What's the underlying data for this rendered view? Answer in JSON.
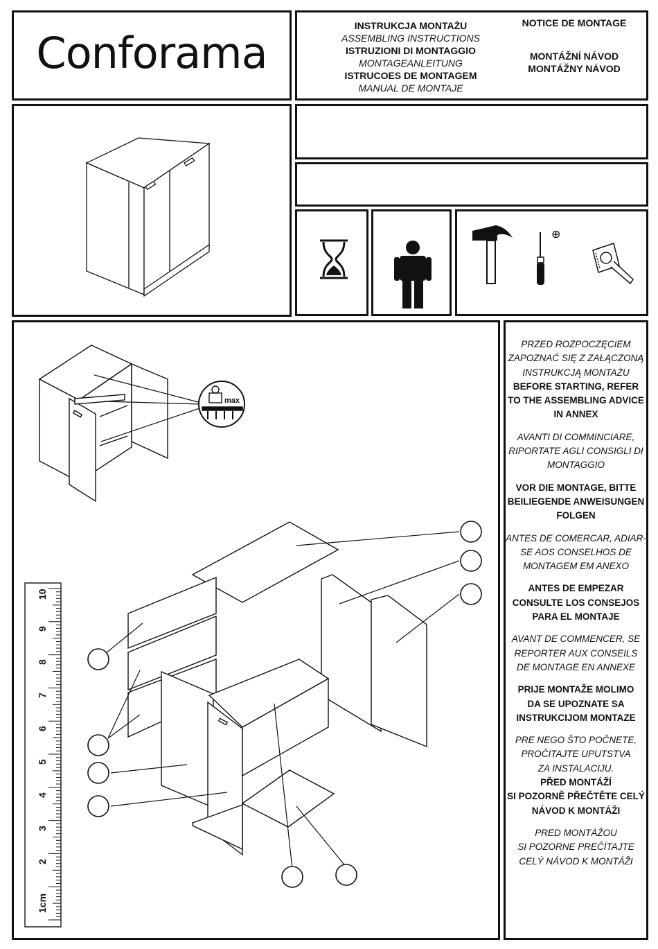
{
  "header": {
    "logo_text": "Conforama",
    "titles_left": [
      {
        "text": "INSTRUKCJA MONTAŻU",
        "style": "bold"
      },
      {
        "text": "ASSEMBLING INSTRUCTIONS",
        "style": "italic"
      },
      {
        "text": "ISTRUZIONI DI MONTAGGIO",
        "style": "bold"
      },
      {
        "text": "MONTAGEANLEITUNG",
        "style": "italic"
      },
      {
        "text": "ISTRUCOES DE MONTAGEM",
        "style": "bold"
      },
      {
        "text": "MANUAL DE MONTAJE",
        "style": "italic"
      }
    ],
    "titles_right": [
      "NOTICE DE MONTAGE",
      "MONTÁŽNÍ NÁVOD",
      "MONTÁŽNY NÁVOD"
    ]
  },
  "icons": {
    "time": "hourglass-icon",
    "people": "person-icon",
    "tools": [
      "hammer-icon",
      "screwdriver-icon",
      "tape-measure-icon"
    ],
    "screwdriver_type": "⊕"
  },
  "diagram": {
    "load_badge": "max",
    "ruler_unit": "1cm",
    "ruler_numbers": [
      "2",
      "3",
      "4",
      "5",
      "6",
      "7",
      "8",
      "9",
      "10"
    ]
  },
  "notes": [
    {
      "text": "PRZED ROZPOCZĘCIEM",
      "style": "italic"
    },
    {
      "text": "ZAPOZNAĆ SIĘ Z ZAŁĄCZONĄ",
      "style": "italic"
    },
    {
      "text": "INSTRUKCJĄ MONTAŻU",
      "style": "italic"
    },
    {
      "text": "BEFORE STARTING, REFER",
      "style": "bold"
    },
    {
      "text": "TO THE ASSEMBLING ADVICE",
      "style": "bold"
    },
    {
      "text": "IN ANNEX",
      "style": "bold"
    },
    {
      "text": "AVANTI DI COMMINCIARE,",
      "style": "italic"
    },
    {
      "text": "RIPORTATE AGLI CONSIGLI DI",
      "style": "italic"
    },
    {
      "text": "MONTAGGIO",
      "style": "italic"
    },
    {
      "text": "VOR DIE MONTAGE, BITTE",
      "style": "bold"
    },
    {
      "text": "BEILIEGENDE ANWEISUNGEN",
      "style": "bold"
    },
    {
      "text": "FOLGEN",
      "style": "bold"
    },
    {
      "text": "ANTES DE COMERCAR, ADIAR-",
      "style": "italic"
    },
    {
      "text": "SE AOS CONSELHOS DE",
      "style": "italic"
    },
    {
      "text": "MONTAGEM EM ANEXO",
      "style": "italic"
    },
    {
      "text": "ANTES DE EMPEZAR",
      "style": "bold"
    },
    {
      "text": "CONSULTE LOS CONSEJOS",
      "style": "bold"
    },
    {
      "text": "PARA EL MONTAJE",
      "style": "bold"
    },
    {
      "text": "AVANT DE COMMENCER, SE",
      "style": "italic"
    },
    {
      "text": "REPORTER AUX CONSEILS",
      "style": "italic"
    },
    {
      "text": "DE MONTAGE EN ANNEXE",
      "style": "italic"
    },
    {
      "text": "PRIJE MONTAŽE MOLIMO",
      "style": "bold"
    },
    {
      "text": "DA SE UPOZNATE SA",
      "style": "bold"
    },
    {
      "text": "INSTRUKCIJOM MONTAZE",
      "style": "bold"
    },
    {
      "text": "PRE NEGO ŠTO POČNETE,",
      "style": "italic"
    },
    {
      "text": "PROČITAJTE UPUTSTVA",
      "style": "italic"
    },
    {
      "text": "ZA INSTALACIJU.",
      "style": "italic"
    },
    {
      "text": "PŘED MONTÁŽÍ",
      "style": "bold"
    },
    {
      "text": "SI POZORNĚ PŘEČTĚTE CELÝ",
      "style": "bold"
    },
    {
      "text": "NÁVOD K MONTÁŽI",
      "style": "bold"
    },
    {
      "text": "PRED MONTÁŽOU",
      "style": "italic"
    },
    {
      "text": "SI POZORNE PREČÍTAJTE",
      "style": "italic"
    },
    {
      "text": "CELÝ NÁVOD K MONTÁŽI",
      "style": "italic"
    }
  ]
}
